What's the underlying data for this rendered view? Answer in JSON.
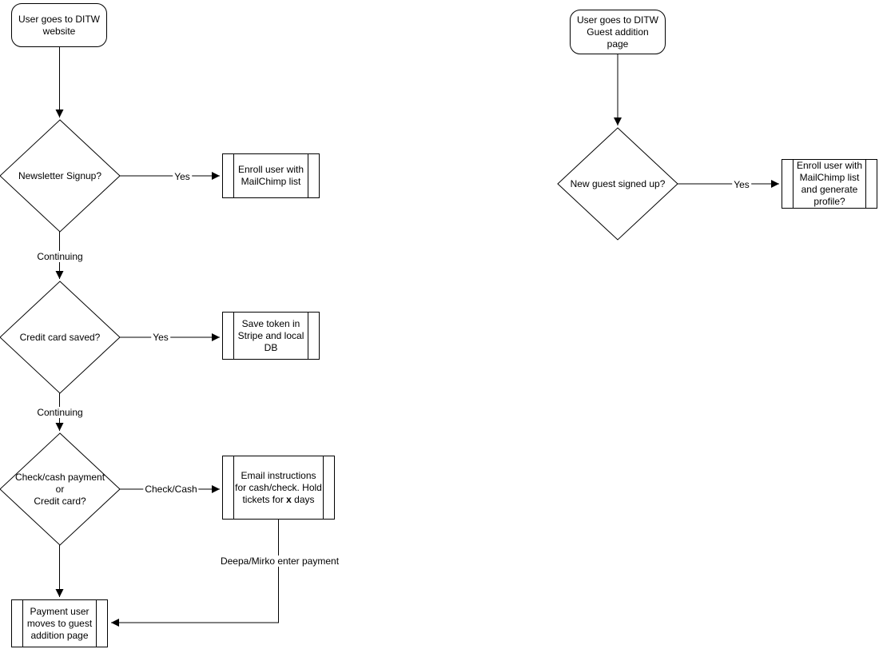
{
  "canvas": {
    "background": "#ffffff",
    "stroke_color": "#000000",
    "text_color": "#000000"
  },
  "left_flow": {
    "start": "User goes to DITW website",
    "decision_newsletter": "Newsletter Signup?",
    "label_yes_newsletter": "Yes",
    "process_enroll": "Enroll user with MailChimp list",
    "label_continuing_1": "Continuing",
    "decision_credit_card": "Credit card saved?",
    "label_yes_credit": "Yes",
    "process_save_token": "Save token in Stripe and local DB",
    "label_continuing_2": "Continuing",
    "decision_payment_line1": "Check/cash payment",
    "decision_payment_line2": "or",
    "decision_payment_line3": "Credit card?",
    "label_check_cash": "Check/Cash",
    "process_email_part1": "Email instructions for cash/check. Hold tickets for ",
    "process_email_bold": "x",
    "process_email_part2": " days",
    "label_deepa_mirko": "Deepa/Mirko enter payment",
    "process_payment_user": "Payment user moves to guest addition page"
  },
  "right_flow": {
    "start": "User goes to DITW Guest addition page",
    "decision_new_guest": "New guest signed up?",
    "label_yes": "Yes",
    "process_enroll_generate": "Enroll user with MailChimp list and generate profile?"
  }
}
